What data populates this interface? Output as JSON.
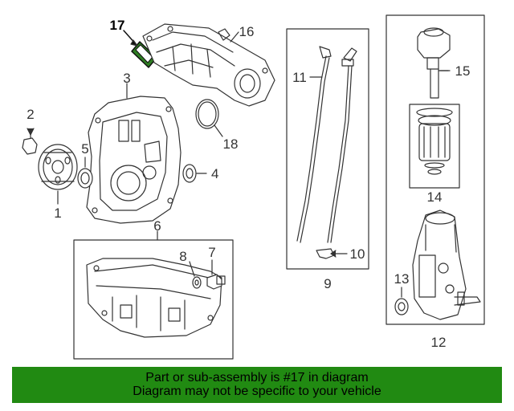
{
  "callouts": {
    "c1": "1",
    "c2": "2",
    "c3": "3",
    "c4": "4",
    "c5": "5",
    "c6": "6",
    "c7": "7",
    "c8": "8",
    "c9": "9",
    "c10": "10",
    "c11": "11",
    "c12": "12",
    "c13": "13",
    "c14": "14",
    "c15": "15",
    "c16": "16",
    "c17": "17",
    "c18": "18"
  },
  "highlighted_part": "17",
  "banner": {
    "line1": "Part or sub-assembly is #17 in diagram",
    "line2": "Diagram may not be specific to your vehicle",
    "color": "#218a12"
  }
}
